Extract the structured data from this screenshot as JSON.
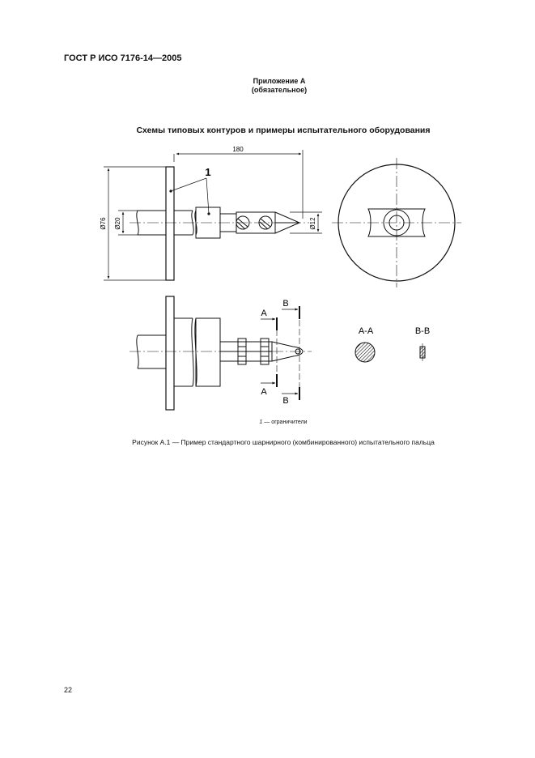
{
  "header": {
    "document_code": "ГОСТ Р ИСО 7176-14—2005"
  },
  "annex": {
    "title": "Приложение А",
    "status": "(обязательное)"
  },
  "section_title": "Схемы типовых контуров и примеры испытательного оборудования",
  "figure": {
    "dimensions": {
      "length": "180",
      "flange_diameter": "Ø76",
      "shaft_diameter": "Ø20",
      "tip_diameter": "Ø12"
    },
    "callout": "1",
    "section_marks": {
      "a": "A",
      "b": "B"
    },
    "section_labels": {
      "a_a": "A-A",
      "b_b": "B-B"
    },
    "legend": {
      "number": "1",
      "text": " — ограничители"
    },
    "caption": "Рисунок А.1 — Пример стандартного шарнирного (комбинированного) испытательного пальца"
  },
  "footer": {
    "page_number": "22"
  }
}
